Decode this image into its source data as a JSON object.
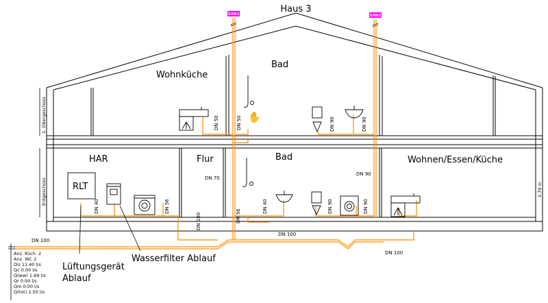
{
  "drawing": {
    "title": "Haus 3",
    "riser_tags": [
      "SAN1",
      "SAN2"
    ],
    "floors": {
      "upper": "1. Obergeschoss",
      "ground": "Erdgeschoss"
    },
    "height_dimension": "2.70 m",
    "rooms": {
      "wohnkueche": "Wohnküche",
      "bad_upper": "Bad",
      "har": "HAR",
      "flur": "Flur",
      "bad_ground": "Bad",
      "wohnen": "Wohnen/Essen/Küche"
    },
    "equipment": {
      "rlt": "RLT"
    },
    "pipe_labels": {
      "up_dn50_a": "DN 50",
      "up_dn50_b": "DN 50",
      "up_dn90_a": "DN 90",
      "up_dn90_b": "DN 90",
      "eg_dn40_a": "DN 40",
      "eg_dn56_a": "DN 56",
      "eg_dn70": "DN 70",
      "eg_dn56_b": "DN 56",
      "eg_dn40_b": "DN 40",
      "eg_dn90_a": "DN 90",
      "eg_dn90_b": "DN 90",
      "eg_dn90_c": "DN 90",
      "base_dn100_a": "DN 100",
      "base_dn100_b": "DN 100",
      "base_dn100_c": "DN 100",
      "base_dn100_d": "DN 100"
    },
    "annotations": {
      "lueftung_line1": "Lüftungsgerät",
      "lueftung_line2": "Ablauf",
      "wasserfilter": "Wasserfilter Ablauf"
    },
    "calc_block": [
      "Anz. Küch. 2",
      "Anz. WC 2",
      "DU 11.40 l/s",
      "Qc 0.00 l/s",
      "Q(ww) 1.69 l/s",
      "Qr 0.00 l/s",
      "Qm 0.00 l/s",
      "Q(tot) 2.50 l/s"
    ],
    "colors": {
      "wall": "#000000",
      "pipe": "#ff8c00",
      "riser": "#ff8c00",
      "tag": "#ff00ff",
      "title": "#ff0000"
    }
  }
}
